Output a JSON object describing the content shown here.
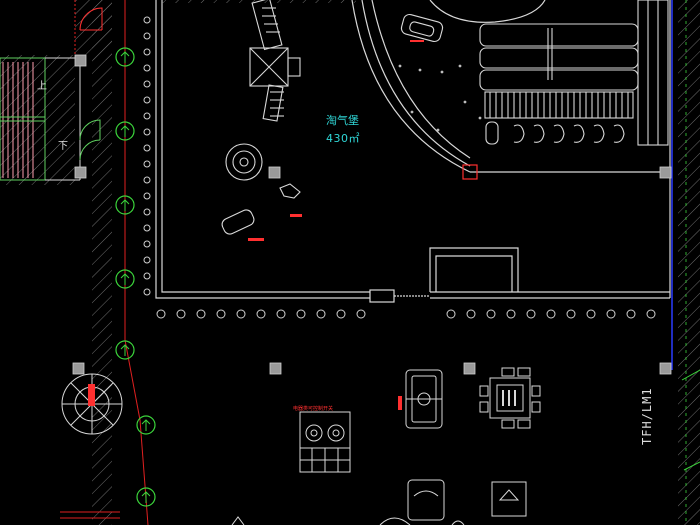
{
  "room": {
    "name": "淘气堡",
    "area": "430㎡"
  },
  "stair": {
    "up": "上",
    "down": "下"
  },
  "column_label": "TFH/LM1",
  "notes": {
    "equipment": "电器类可控制开关"
  },
  "colors": {
    "background": "#000000",
    "wall_white": "#d8d8d8",
    "hatch": "#7a7a7a",
    "grid_red": "#e02020",
    "axis_green": "#3bd43b",
    "cyan_text": "#2fd6d6",
    "blue_line": "#2a3cff",
    "column_fill": "#9a9a9a",
    "stair_pink": "#ff9fb0",
    "stair_green": "#5fd05f"
  },
  "icons": [
    "axis-marker-icon",
    "column-icon",
    "chair-icon",
    "table-icon",
    "stair-icon",
    "slide-icon"
  ]
}
